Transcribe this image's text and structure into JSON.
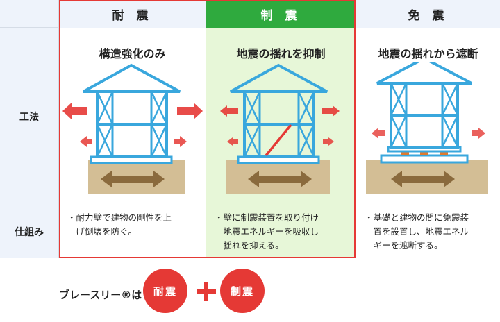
{
  "headers": {
    "col1": "耐 震",
    "col2": "制 震",
    "col3": "免 震"
  },
  "rows": {
    "method": "工法",
    "mechanism": "仕組み"
  },
  "subtitles": {
    "col1": "構造強化のみ",
    "col2": "地震の揺れを抑制",
    "col3": "地震の揺れから遮断"
  },
  "descriptions": {
    "col1": [
      "・耐力壁で建物の剛性を上",
      "　げ倒壊を防ぐ。"
    ],
    "col2": [
      "・壁に制震装置を取り付け",
      "　地震エネルギーを吸収し",
      "　揺れを抑える。"
    ],
    "col3": [
      "・基礎と建物の間に免震装",
      "　置を設置し、地震エネル",
      "　ギーを遮断する。"
    ]
  },
  "footer": {
    "label": "ブレースリー®は",
    "badge1": "耐震",
    "badge2": "制震"
  },
  "colors": {
    "accent": "#e53935",
    "highlight_header": "#2faa3e",
    "highlight_bg": "#e7f7d8",
    "header_bg": "#eef3fb",
    "frame_blue": "#39a7dd",
    "ground": "#d3be95"
  }
}
